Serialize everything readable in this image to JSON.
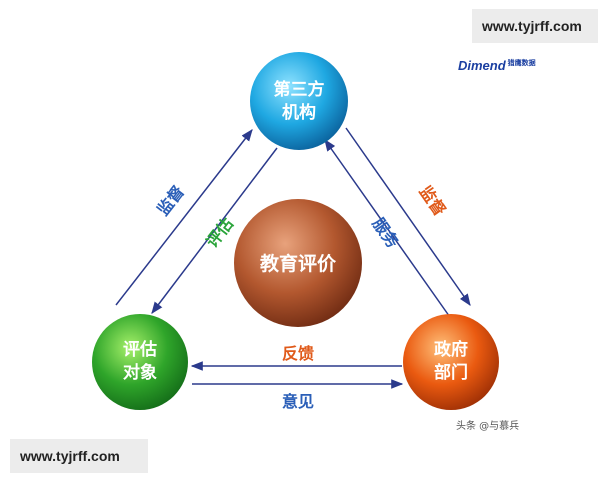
{
  "watermark": "www.tyjrff.com",
  "brand": {
    "name": "Dimend",
    "sub": "猎鹰数据"
  },
  "credit": "头条 @与慕兵",
  "nodes": {
    "top": {
      "line1": "第三方",
      "line2": "机构"
    },
    "center": {
      "text": "教育评价"
    },
    "left": {
      "line1": "评估",
      "line2": "对象"
    },
    "right": {
      "line1": "政府",
      "line2": "部门"
    }
  },
  "edges": {
    "left_outer": "监督",
    "left_inner": "评估",
    "right_outer": "监督",
    "right_inner": "服务",
    "bottom_top": "反馈",
    "bottom_bottom": "意见"
  },
  "colors": {
    "top": "#1fa8e2",
    "center": "#b3582f",
    "left": "#2fa52a",
    "right": "#ea5a10",
    "blue_label": "#2b5fb8",
    "green_label": "#2aa43a",
    "orange_label": "#e05a1a",
    "arrow": "#2b3a8c"
  }
}
